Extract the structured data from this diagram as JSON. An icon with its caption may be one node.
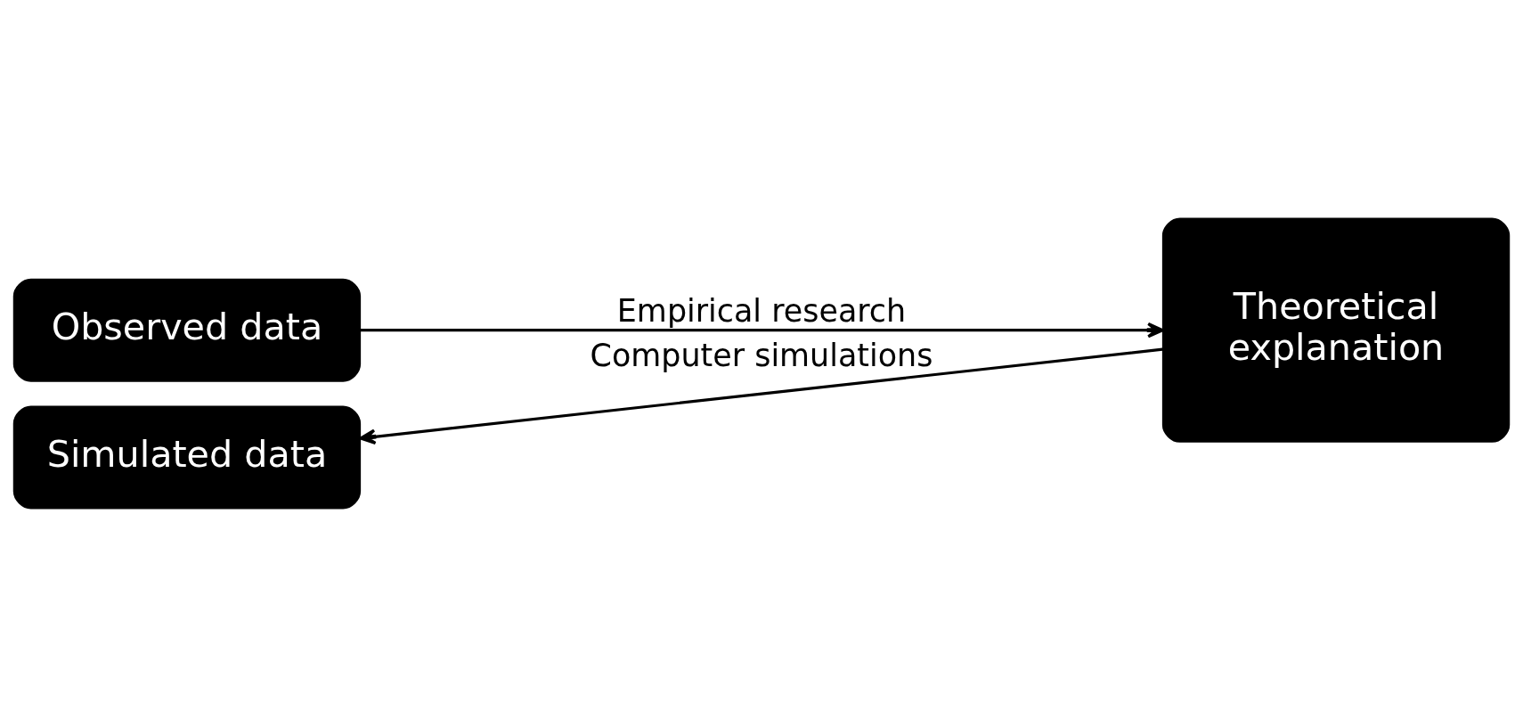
{
  "diagram": {
    "nodes": [
      {
        "text": [
          "Observed data"
        ]
      },
      {
        "text": [
          "Simulated data"
        ]
      },
      {
        "text": [
          "Theoretical explanation"
        ]
      }
    ],
    "edges": [
      {
        "from": 0,
        "to": 2,
        "arrow": "to",
        "label": "Empirical research"
      },
      {
        "from": 2,
        "to": 1,
        "arrow": "to",
        "label": "Computer simulations"
      }
    ]
  }
}
